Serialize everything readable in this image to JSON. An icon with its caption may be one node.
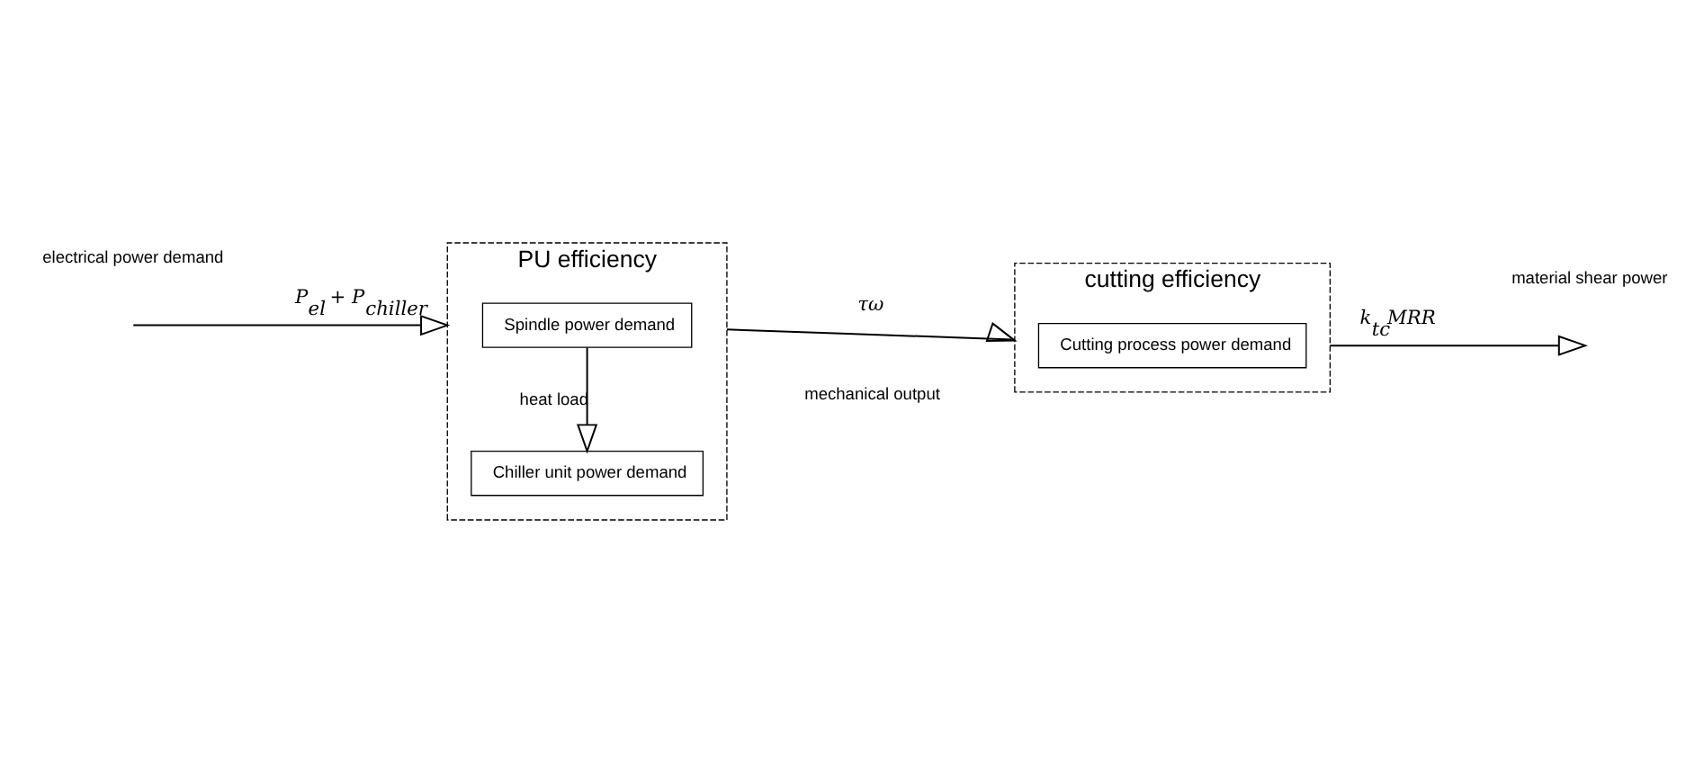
{
  "diagram": {
    "nodes": [
      {
        "text": [
          "PU efficiency"
        ]
      },
      {
        "text": [
          "Spindle power demand"
        ],
        "in": 0
      },
      {
        "text": [
          "Chiller unit power demand"
        ],
        "in": 0
      },
      {
        "text": [
          "cutting efficiency"
        ]
      },
      {
        "text": [
          "Cutting process power demand"
        ],
        "in": 3
      }
    ],
    "edges": [
      {
        "from": null,
        "to": 0,
        "arrow": "to",
        "label": "P$_{el}$ + P$_{chiller}$"
      },
      {
        "from": 1,
        "to": 2,
        "arrow": "to",
        "label": "heat load"
      },
      {
        "from": 0,
        "to": 3,
        "arrow": "to",
        "label": "τω"
      },
      {
        "from": 3,
        "to": null,
        "arrow": "to",
        "label": "k$_{tc}$MRR"
      }
    ],
    "labels": [
      "electrical power demand",
      "mechanical output",
      "material shear power"
    ]
  }
}
